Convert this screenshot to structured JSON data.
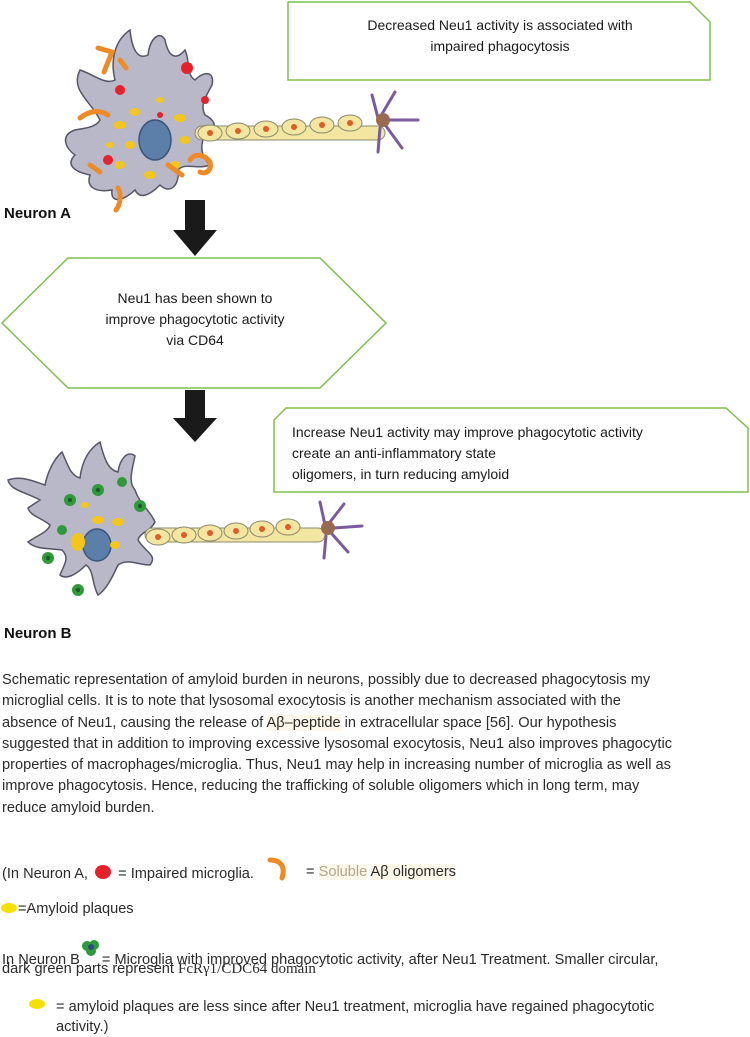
{
  "box_top": {
    "text_line1": "Decreased Neu1 activity is associated with",
    "text_line2": "impaired phagocytosis"
  },
  "neuron_a_label": "Neuron A",
  "hexagon": {
    "line1": "Neu1 has been shown to",
    "line2": "improve phagocytotic activity",
    "line3": "via CD64"
  },
  "box_right": {
    "line1": "Increase Neu1 activity may improve phagocytotic activity",
    "line2": "create an anti-inflammatory state",
    "line3": "oligomers, in turn reducing amyloid"
  },
  "neuron_b_label": "Neuron B",
  "caption": {
    "line1": "Schematic representation of amyloid burden in neurons, possibly due to decreased phagocytosis my",
    "line2": "microglial cells. It is to note that lysosomal exocytosis is another mechanism associated with the",
    "line3a": "absence of Neu1, causing the release of ",
    "line3b": "Aβ–peptide",
    "line3c": " in extracellular space [56]. Our hypothesis",
    "line4": "suggested that in addition to improving excessive lysosomal exocytosis, Neu1 also improves phagocytic",
    "line5": "properties of macrophages/microglia. Thus, Neu1 may help in increasing number of microglia as well as",
    "line6": "improve phagocytosis. Hence, reducing the trafficking of soluble oligomers which in long term, may",
    "line7": "reduce amyloid burden."
  },
  "legend": {
    "neuron_a_prefix": "(In Neuron A,",
    "impaired": "= Impaired microglia.",
    "eq": "=",
    "soluble_word": "Soluble",
    "abeta": "Aβ oligomers",
    "plaques": "=Amyloid plaques",
    "neuron_b_prefix": "In Neuron B",
    "microglia_improved": "= Microglia with improved phagocytotic activity, after Neu1 Treatment. Smaller circular,",
    "dark_green": "dark green parts represent",
    "fcr": "FcRγ1/CDC64 domain",
    "less_line1": "= amyloid plaques are less since after Neu1 treatment, microglia have regained phagocytotic",
    "less_line2": "activity.)"
  },
  "colors": {
    "box_border": "#7fbf4d",
    "arrow": "#1a1a1a",
    "soma": "#b8b8c8",
    "nucleus": "#5b7fa8",
    "plaque": "#f5c518",
    "impaired_microglia": "#e8202a",
    "oligomer": "#f08a24",
    "microglia_green": "#2e9a3a",
    "axon_segment": "#f2e6a0",
    "axon_node": "#e05a2a",
    "terminal": "#7a5aa0"
  }
}
